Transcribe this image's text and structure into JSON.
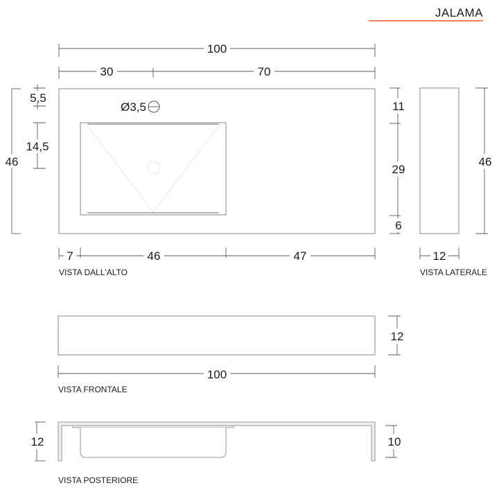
{
  "header": {
    "title": "JALAMA",
    "underline_color": "#ff5a1f"
  },
  "views": {
    "top": {
      "label": "VISTA DALL'ALTO",
      "overall_width": "100",
      "width_left": "30",
      "width_right": "70",
      "depth": "46",
      "hole_offset": "5,5",
      "basin_offset": "14,5",
      "hole_diameter": "Ø3,5",
      "right_top": "11",
      "right_middle": "29",
      "right_bottom": "6",
      "bottom_left": "7",
      "bottom_middle": "46",
      "bottom_right": "47"
    },
    "side": {
      "label": "VISTA LATERALE",
      "width": "12",
      "height": "46"
    },
    "front": {
      "label": "VISTA FRONTALE",
      "height": "12",
      "width": "100"
    },
    "back": {
      "label": "VISTA POSTERIORE",
      "height_left": "12",
      "height_right": "10"
    }
  }
}
